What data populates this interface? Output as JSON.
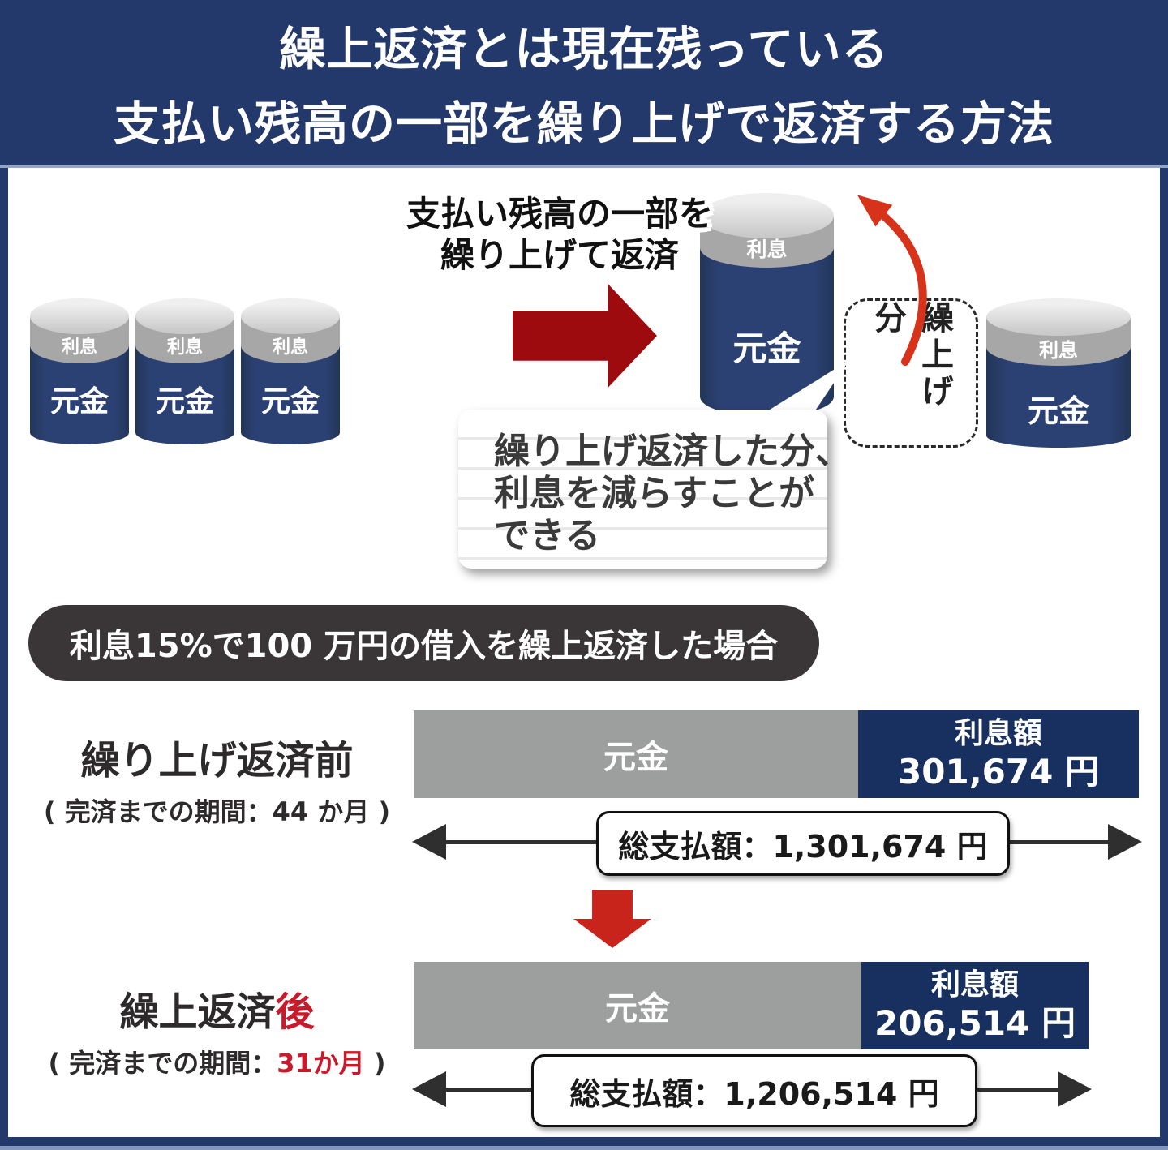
{
  "header": {
    "title_line1": "繰上返済とは現在残っている",
    "title_line2": "支払い残高の一部を繰り上げで返済する方法"
  },
  "diagram": {
    "hint_line1": "支払い残高の一部を",
    "hint_line2": "繰り上げて返済",
    "interest_label": "利息",
    "principal_label": "元金",
    "prepaid_portion_label": "繰上げ分",
    "bubble_line1": "繰り上げ返済した分、",
    "bubble_line2": "利息を減らすことが",
    "bubble_line3": "できる"
  },
  "banner": {
    "text": "利息15%で100 万円の借入を繰上返済した場合"
  },
  "comparison": {
    "before": {
      "label": "繰り上げ返済前",
      "period": "( 完済までの期間：44 か月 )",
      "principal_label": "元金",
      "interest_title": "利息額",
      "interest_value": "301,674 円",
      "total_label": "総支払額：1,301,674 円"
    },
    "after": {
      "label_prefix": "繰上返済",
      "label_highlight": "後",
      "period_prefix": "( 完済までの期間：",
      "period_highlight": "31か月",
      "period_suffix": " )",
      "principal_label": "元金",
      "interest_title": "利息額",
      "interest_value": "206,514 円",
      "total_label": "総支払額：1,206,514 円"
    }
  },
  "colors": {
    "navy_frame": "#24396b",
    "bar_navy": "#18305f",
    "bar_gray": "#9d9e9e",
    "cylinder_navy": "#2c4173",
    "cylinder_band_gray": "#a7a7a7",
    "block_arrow_dark_red": "#9e0b0f",
    "bright_red_arrow": "#c9241b",
    "curved_arrow_red": "#d6331a",
    "accent_red_text": "#c81a2b",
    "banner_gray": "#3a3637"
  },
  "chart_data": {
    "type": "bar",
    "title": "利息15%で100 万円の借入を繰上返済した場合",
    "categories": [
      "繰り上げ返済前 ( 完済までの期間：44 か月 )",
      "繰上返済後 ( 完済までの期間：31か月 )"
    ],
    "series": [
      {
        "name": "元金",
        "values": [
          1000000,
          1000000
        ]
      },
      {
        "name": "利息額",
        "values": [
          301674,
          206514
        ]
      }
    ],
    "totals": [
      1301674,
      1206514
    ],
    "unit": "円",
    "legend_position": "in-bar",
    "grid": false
  }
}
